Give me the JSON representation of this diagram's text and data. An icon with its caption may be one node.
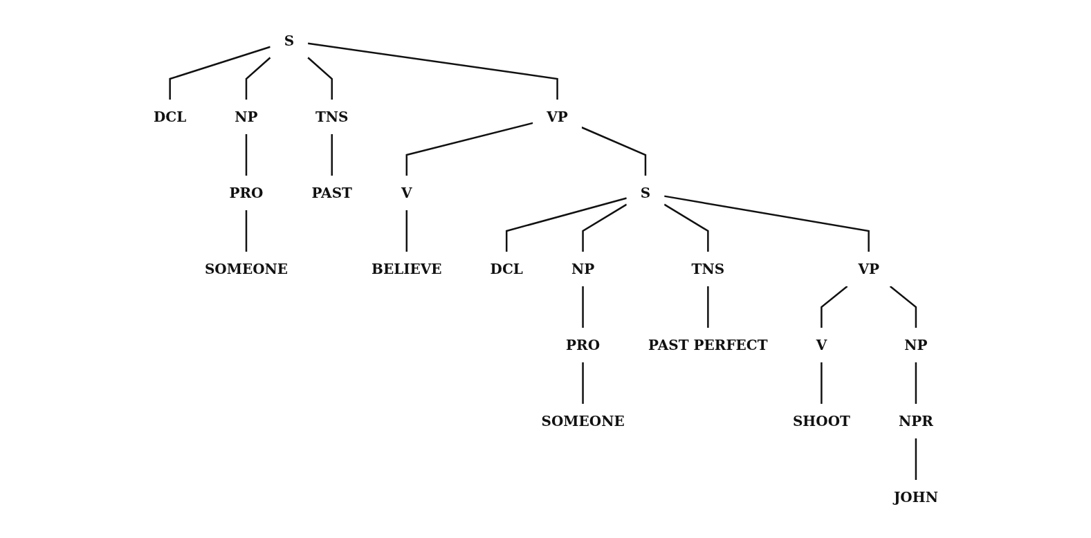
{
  "diagram": {
    "nodes": [
      {
        "text": [
          "S"
        ]
      },
      {
        "text": [
          "DCL"
        ]
      },
      {
        "text": [
          "NP"
        ]
      },
      {
        "text": [
          "TNS"
        ]
      },
      {
        "text": [
          "VP"
        ]
      },
      {
        "text": [
          "PRO"
        ]
      },
      {
        "text": [
          "PAST"
        ]
      },
      {
        "text": [
          "V"
        ]
      },
      {
        "text": [
          "S"
        ]
      },
      {
        "text": [
          "SOMEONE"
        ]
      },
      {
        "text": [
          "BELIEVE"
        ]
      },
      {
        "text": [
          "DCL"
        ]
      },
      {
        "text": [
          "NP"
        ]
      },
      {
        "text": [
          "TNS"
        ]
      },
      {
        "text": [
          "VP"
        ]
      },
      {
        "text": [
          "PRO"
        ]
      },
      {
        "text": [
          "PAST PERFECT"
        ]
      },
      {
        "text": [
          "V"
        ]
      },
      {
        "text": [
          "NP"
        ]
      },
      {
        "text": [
          "SOMEONE"
        ]
      },
      {
        "text": [
          "SHOOT"
        ]
      },
      {
        "text": [
          "NPR"
        ]
      },
      {
        "text": [
          "JOHN"
        ]
      }
    ],
    "edges": [
      {
        "from": 0,
        "to": 1,
        "arrow": "none"
      },
      {
        "from": 0,
        "to": 2,
        "arrow": "none"
      },
      {
        "from": 0,
        "to": 3,
        "arrow": "none"
      },
      {
        "from": 0,
        "to": 4,
        "arrow": "none"
      },
      {
        "from": 2,
        "to": 5,
        "arrow": "none"
      },
      {
        "from": 3,
        "to": 6,
        "arrow": "none"
      },
      {
        "from": 4,
        "to": 7,
        "arrow": "none"
      },
      {
        "from": 4,
        "to": 8,
        "arrow": "none"
      },
      {
        "from": 5,
        "to": 9,
        "arrow": "none"
      },
      {
        "from": 7,
        "to": 10,
        "arrow": "none"
      },
      {
        "from": 8,
        "to": 11,
        "arrow": "none"
      },
      {
        "from": 8,
        "to": 12,
        "arrow": "none"
      },
      {
        "from": 8,
        "to": 13,
        "arrow": "none"
      },
      {
        "from": 8,
        "to": 14,
        "arrow": "none"
      },
      {
        "from": 12,
        "to": 15,
        "arrow": "none"
      },
      {
        "from": 13,
        "to": 16,
        "arrow": "none"
      },
      {
        "from": 14,
        "to": 17,
        "arrow": "none"
      },
      {
        "from": 14,
        "to": 18,
        "arrow": "none"
      },
      {
        "from": 15,
        "to": 19,
        "arrow": "none"
      },
      {
        "from": 17,
        "to": 20,
        "arrow": "none"
      },
      {
        "from": 18,
        "to": 21,
        "arrow": "none"
      },
      {
        "from": 21,
        "to": 22,
        "arrow": "none"
      }
    ]
  }
}
